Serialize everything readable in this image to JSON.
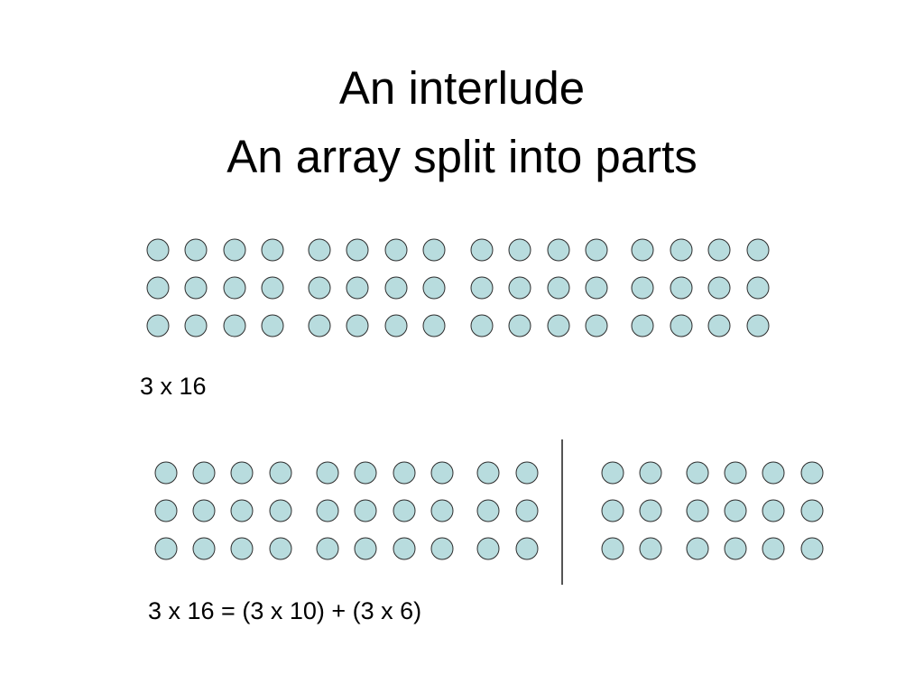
{
  "slide": {
    "title_line1": "An interlude",
    "title_line2": "An array split into parts",
    "caption_top": "3 x 16",
    "caption_bottom": "3 x 16 = (3 x 10) + (3 x 6)"
  },
  "arrays": [
    {
      "name": "array-3x16",
      "rows": 3,
      "cols": 16
    },
    {
      "name": "array-3x10",
      "rows": 3,
      "cols": 10
    },
    {
      "name": "array-3x6",
      "rows": 3,
      "cols": 6
    }
  ],
  "colors": {
    "dot_fill": "#b8dcde",
    "dot_stroke": "#2d2d2d",
    "divider": "#555555",
    "text": "#000000"
  }
}
